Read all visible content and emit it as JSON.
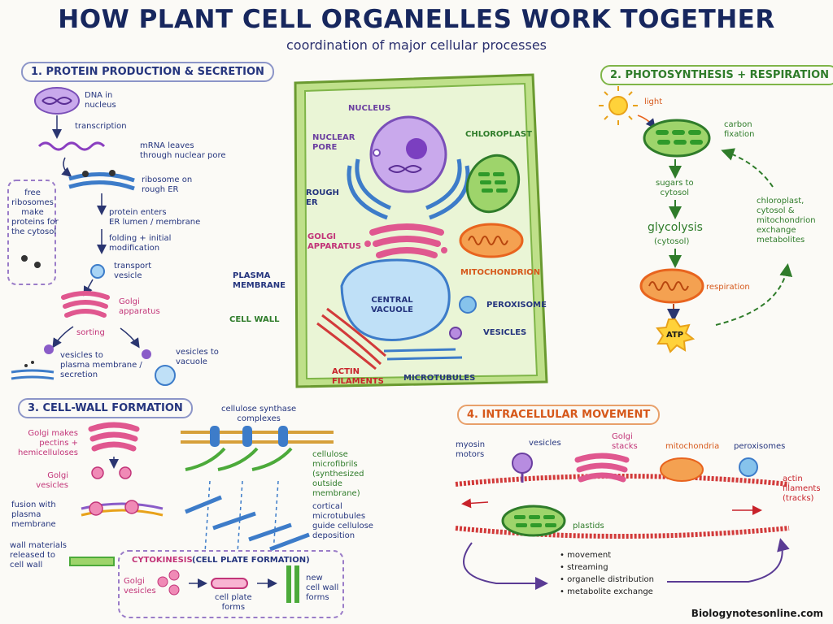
{
  "title": "HOW PLANT CELL ORGANELLES WORK TOGETHER",
  "subtitle": "coordination of major cellular processes",
  "panel1": {
    "title": "1. PROTEIN PRODUCTION & SECRETION",
    "dna": "DNA in\nnucleus",
    "transcription": "transcription",
    "mrna": "mRNA leaves\nthrough nuclear pore",
    "ribosome": "ribosome on\nrough ER",
    "free_ribosomes": "free\nribosomes\nmake\nproteins for\nthe cytosol",
    "protein_enters": "protein enters\nER lumen / membrane",
    "folding": "folding + initial\nmodification",
    "transport": "transport\nvesicle",
    "golgi": "Golgi\napparatus",
    "sorting": "sorting",
    "vesicles_pm": "vesicles to\nplasma membrane /\nsecretion",
    "vesicles_vac": "vesicles to\nvacuole"
  },
  "cell": {
    "nucleus": "NUCLEUS",
    "nuclear_pore": "NUCLEAR\nPORE",
    "rough_er": "ROUGH\nER",
    "chloroplast": "CHLOROPLAST",
    "golgi": "GOLGI\nAPPARATUS",
    "mitochondrion": "MITOCHONDRION",
    "plasma_membrane": "PLASMA\nMEMBRANE",
    "central_vacuole": "CENTRAL\nVACUOLE",
    "peroxisome": "PEROXISOME",
    "cell_wall": "CELL WALL",
    "vesicles": "VESICLES",
    "actin": "ACTIN\nFILAMENTS",
    "microtubules": "MICROTUBULES"
  },
  "panel2": {
    "title": "2. PHOTOSYNTHESIS + RESPIRATION",
    "light": "light",
    "carbon": "carbon\nfixation",
    "sugars": "sugars to\ncytosol",
    "glycolysis": "glycolysis",
    "cytosol": "(cytosol)",
    "respiration": "respiration",
    "atp": "ATP",
    "exchange": "chloroplast,\ncytosol &\nmitochondrion\nexchange\nmetabolites"
  },
  "panel3": {
    "title": "3. CELL-WALL FORMATION",
    "golgi_makes": "Golgi makes\npectins +\nhemicelluloses",
    "golgi_vesicles": "Golgi\nvesicles",
    "fusion": "fusion with\nplasma\nmembrane",
    "wall_materials": "wall materials\nreleased to\ncell wall",
    "cellulose_synthase": "cellulose synthase\ncomplexes",
    "microfibrils": "cellulose\nmicrofibrils\n(synthesized\noutside\nmembrane)",
    "cortical": "cortical\nmicrotubules\nguide cellulose\ndeposition",
    "cytokinesis_title": "CYTOKINESIS",
    "cytokinesis_sub": "(CELL PLATE FORMATION)",
    "ck_golgi": "Golgi\nvesicles",
    "ck_plate": "cell plate\nforms",
    "ck_wall": "new\ncell wall\nforms"
  },
  "panel4": {
    "title": "4. INTRACELLULAR MOVEMENT",
    "myosin": "myosin\nmotors",
    "vesicles": "vesicles",
    "golgi": "Golgi\nstacks",
    "mito": "mitochondria",
    "perox": "peroxisomes",
    "actin": "actin\nfilaments\n(tracks)",
    "plastids": "plastids",
    "bullets": [
      "movement",
      "streaming",
      "organelle distribution",
      "metabolite exchange"
    ]
  },
  "credit": "Biologynotesonline.com",
  "colors": {
    "green": "#4caa3a",
    "pink": "#e0578f",
    "orange": "#e8641e",
    "blue": "#3d7cc9",
    "purple": "#8a5cc8",
    "red": "#d23a3a"
  }
}
